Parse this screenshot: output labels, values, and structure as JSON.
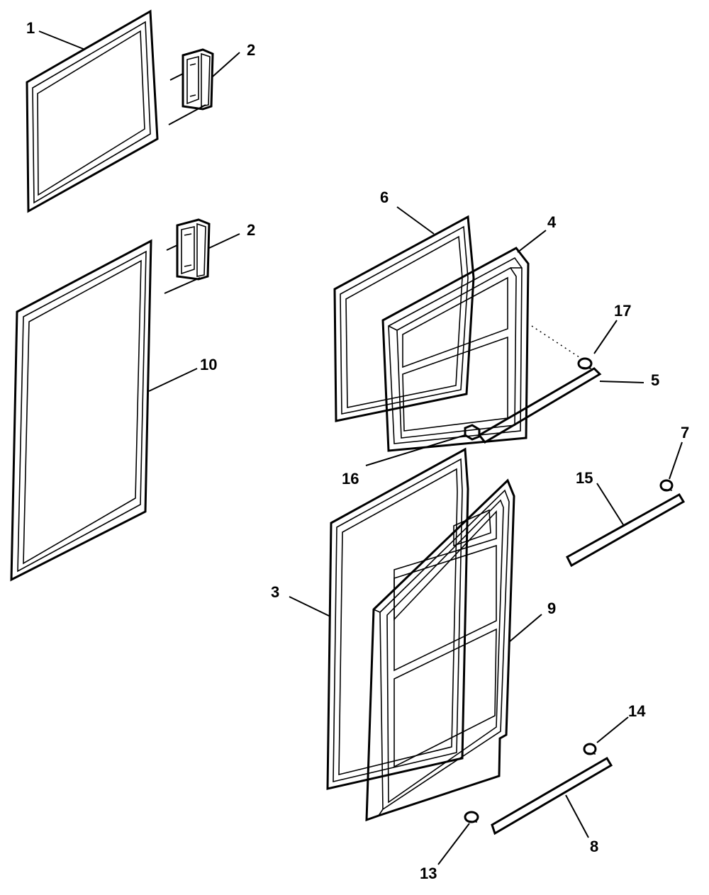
{
  "callouts": [
    "1",
    "2",
    "2",
    "6",
    "4",
    "17",
    "5",
    "10",
    "7",
    "15",
    "16",
    "3",
    "9",
    "14",
    "8",
    "13"
  ]
}
